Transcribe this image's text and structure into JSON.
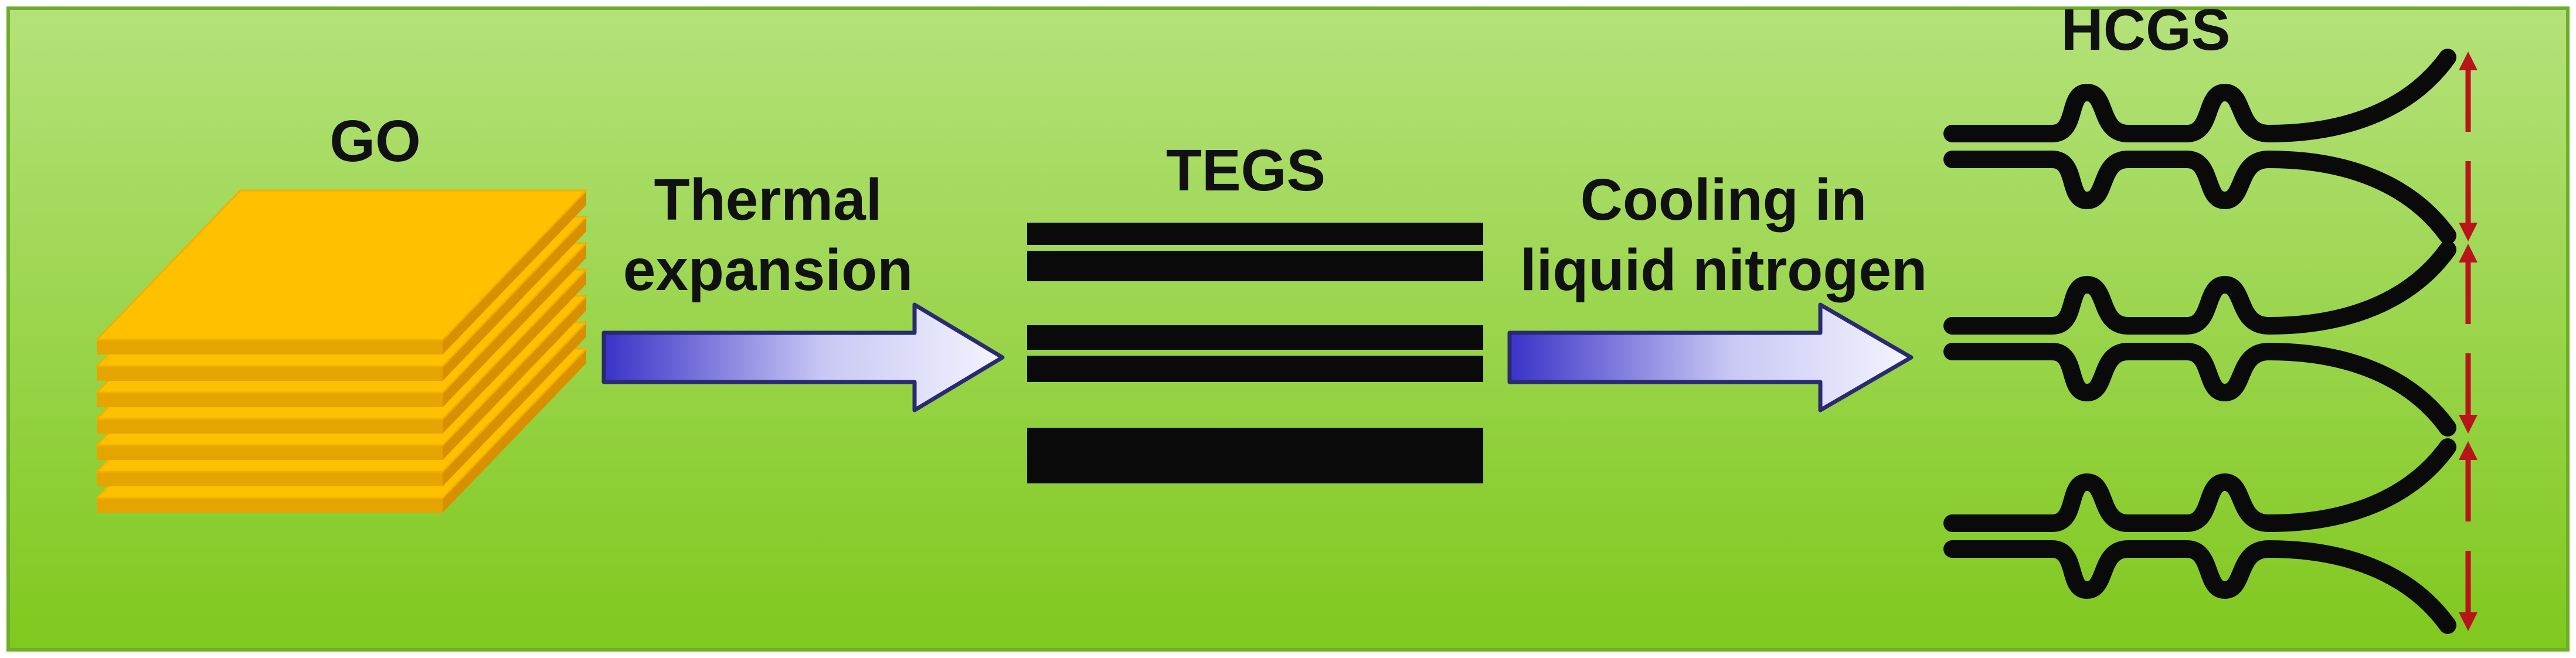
{
  "labels": {
    "go": "GO",
    "step1_line1": "Thermal",
    "step1_line2": "expansion",
    "tegs": "TEGS",
    "step2_line1": "Cooling in",
    "step2_line2": "liquid nitrogen",
    "hcgs": "HCGS"
  },
  "colors": {
    "background_top": "#b4e27a",
    "background_bottom": "#80c81e",
    "sheet_fill": "#ffc000",
    "sheet_edge": "#e6a400",
    "arrow_left": "#3a32c8",
    "arrow_right": "#f4f4ff",
    "arrow_stroke": "#2a2a70",
    "graphene_black": "#0a0a0a",
    "double_arrow_red": "#b8141a"
  }
}
